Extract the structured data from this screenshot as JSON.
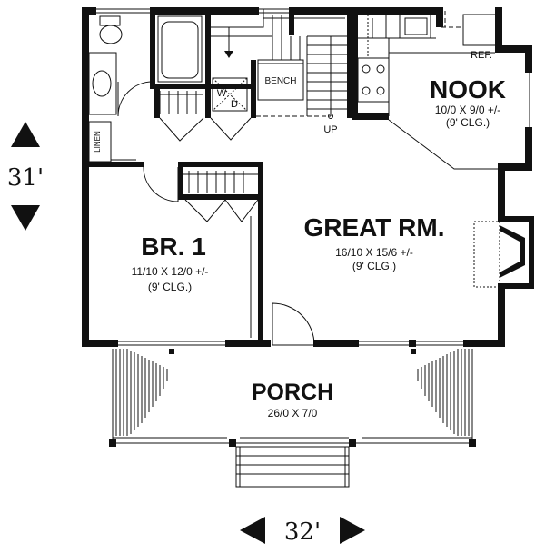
{
  "rooms": {
    "nook": {
      "name": "NOOK",
      "size": "10/0 X 9/0 +/-",
      "ceiling": "(9' CLG.)"
    },
    "great": {
      "name": "GREAT RM.",
      "size": "16/10 X 15/6 +/-",
      "ceiling": "(9' CLG.)"
    },
    "br1": {
      "name": "BR. 1",
      "size": "11/10 X 12/0 +/-",
      "ceiling": "(9' CLG.)"
    },
    "porch": {
      "name": "PORCH",
      "size": "26/0 X 7/0"
    }
  },
  "labels": {
    "bench": "BENCH",
    "ref": "REF.",
    "linen": "LINEN",
    "up": "UP",
    "washer": "W",
    "dryer": "D"
  },
  "dimensions": {
    "depth": "31'",
    "width": "32'"
  }
}
